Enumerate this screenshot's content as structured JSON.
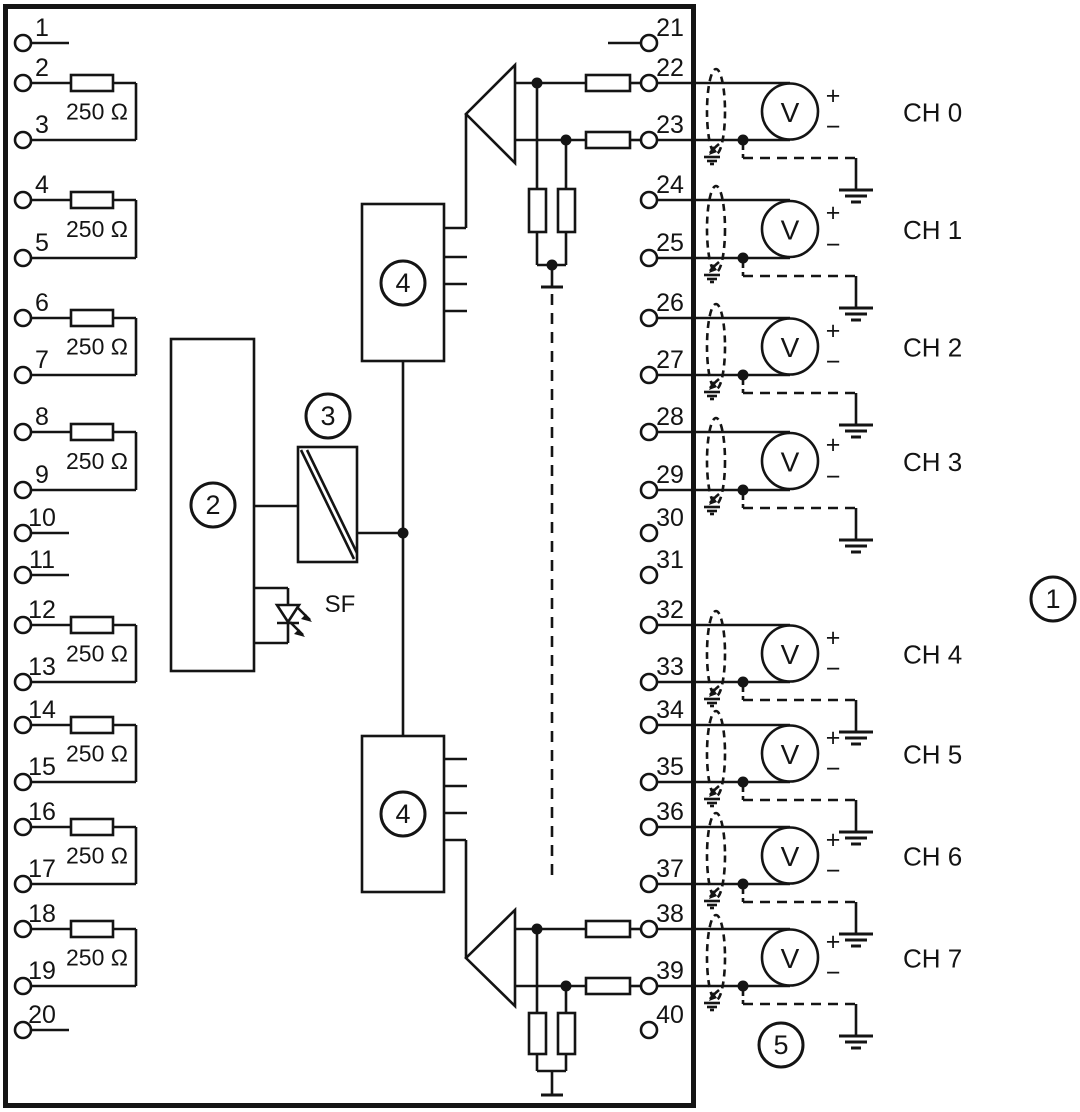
{
  "figure": {
    "background": "#ffffff",
    "line_color": "#141414"
  },
  "labels": {
    "resistor_value": "250 Ω",
    "status_led": "SF",
    "voltage_source": "V",
    "plus": "+",
    "minus": "−"
  },
  "callouts": {
    "module": "1",
    "input_block": "2",
    "isolation_block": "3",
    "adc_top": "4",
    "adc_bottom": "4",
    "shield_note": "5"
  },
  "left_terminals": [
    {
      "number": "1",
      "connection": "stub"
    },
    {
      "number": "2",
      "connection": "resistor_pair_start"
    },
    {
      "number": "3",
      "connection": "resistor_pair_end"
    },
    {
      "number": "4",
      "connection": "resistor_pair_start"
    },
    {
      "number": "5",
      "connection": "resistor_pair_end"
    },
    {
      "number": "6",
      "connection": "resistor_pair_start"
    },
    {
      "number": "7",
      "connection": "resistor_pair_end"
    },
    {
      "number": "8",
      "connection": "resistor_pair_start"
    },
    {
      "number": "9",
      "connection": "resistor_pair_end"
    },
    {
      "number": "10",
      "connection": "stub"
    },
    {
      "number": "11",
      "connection": "stub"
    },
    {
      "number": "12",
      "connection": "resistor_pair_start"
    },
    {
      "number": "13",
      "connection": "resistor_pair_end"
    },
    {
      "number": "14",
      "connection": "resistor_pair_start"
    },
    {
      "number": "15",
      "connection": "resistor_pair_end"
    },
    {
      "number": "16",
      "connection": "resistor_pair_start"
    },
    {
      "number": "17",
      "connection": "resistor_pair_end"
    },
    {
      "number": "18",
      "connection": "resistor_pair_start"
    },
    {
      "number": "19",
      "connection": "resistor_pair_end"
    },
    {
      "number": "20",
      "connection": "stub"
    }
  ],
  "right_terminals": [
    {
      "number": "21",
      "connection": "stub"
    },
    {
      "number": "22",
      "connection": "channel_with_resistor"
    },
    {
      "number": "23",
      "connection": "channel_with_resistor"
    },
    {
      "number": "24",
      "connection": "channel"
    },
    {
      "number": "25",
      "connection": "channel"
    },
    {
      "number": "26",
      "connection": "channel"
    },
    {
      "number": "27",
      "connection": "channel"
    },
    {
      "number": "28",
      "connection": "channel"
    },
    {
      "number": "29",
      "connection": "channel"
    },
    {
      "number": "30",
      "connection": "open"
    },
    {
      "number": "31",
      "connection": "open"
    },
    {
      "number": "32",
      "connection": "channel"
    },
    {
      "number": "33",
      "connection": "channel"
    },
    {
      "number": "34",
      "connection": "channel"
    },
    {
      "number": "35",
      "connection": "channel"
    },
    {
      "number": "36",
      "connection": "channel"
    },
    {
      "number": "37",
      "connection": "channel"
    },
    {
      "number": "38",
      "connection": "channel_with_resistor"
    },
    {
      "number": "39",
      "connection": "channel_with_resistor"
    },
    {
      "number": "40",
      "connection": "open"
    }
  ],
  "channels": [
    {
      "label": "CH 0",
      "plus_terminal": "22",
      "minus_terminal": "23"
    },
    {
      "label": "CH 1",
      "plus_terminal": "24",
      "minus_terminal": "25"
    },
    {
      "label": "CH 2",
      "plus_terminal": "26",
      "minus_terminal": "27"
    },
    {
      "label": "CH 3",
      "plus_terminal": "28",
      "minus_terminal": "29"
    },
    {
      "label": "CH 4",
      "plus_terminal": "32",
      "minus_terminal": "33"
    },
    {
      "label": "CH 5",
      "plus_terminal": "34",
      "minus_terminal": "35"
    },
    {
      "label": "CH 6",
      "plus_terminal": "36",
      "minus_terminal": "37"
    },
    {
      "label": "CH 7",
      "plus_terminal": "38",
      "minus_terminal": "39"
    }
  ]
}
